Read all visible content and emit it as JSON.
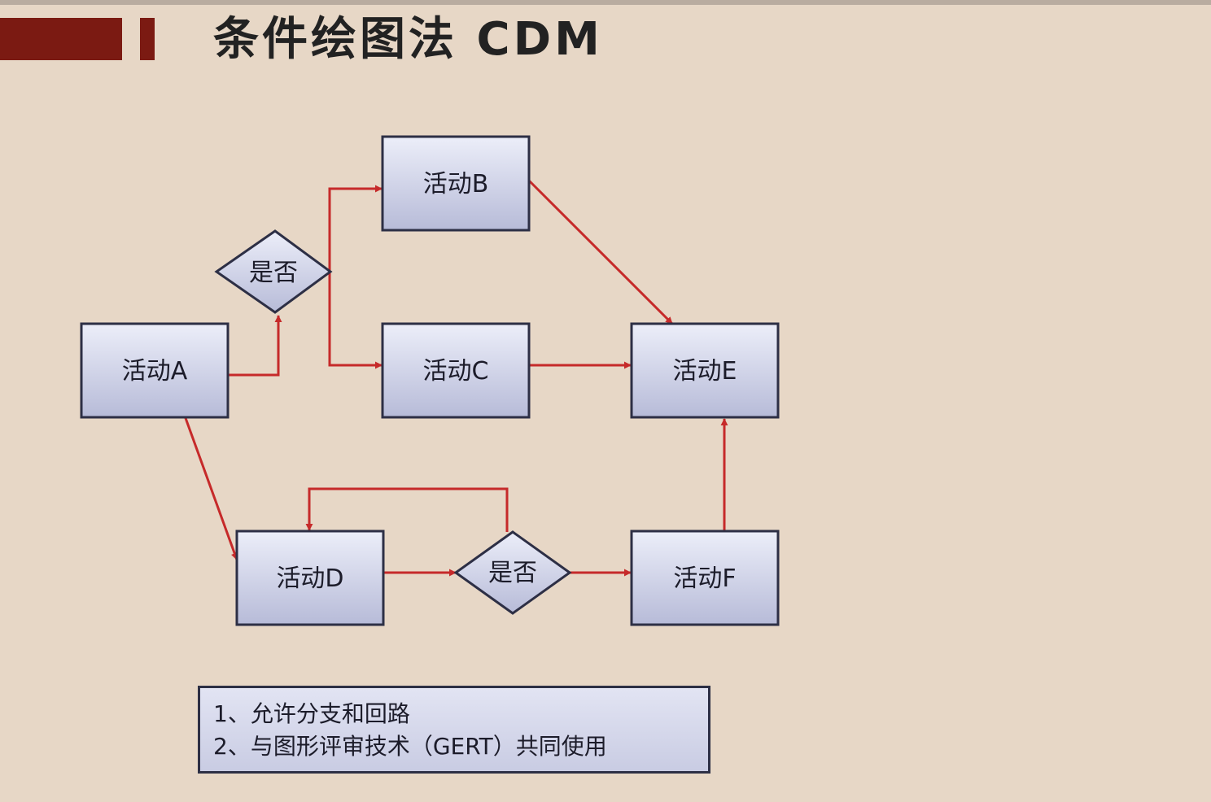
{
  "slide": {
    "title": "条件绘图法 CDM"
  },
  "diagram": {
    "nodes": {
      "A": "活动A",
      "B": "活动B",
      "C": "活动C",
      "D": "活动D",
      "E": "活动E",
      "F": "活动F",
      "decision1": "是否",
      "decision2": "是否"
    }
  },
  "notes": [
    "1、允许分支和回路",
    "2、与图形评审技术（GERT）共同使用"
  ],
  "colors": {
    "accent_bar": "#7b1a12",
    "arrow": "#c62a2a",
    "node_border": "#2d2f45",
    "background": "#e7d7c6"
  }
}
